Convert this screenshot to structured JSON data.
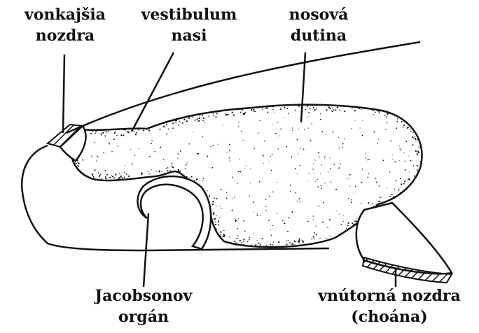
{
  "labels": {
    "outer_nostril": {
      "line1": "vonkajšia",
      "line2": "nozdra"
    },
    "vestibulum": {
      "line1": "vestibulum",
      "line2": "nasi"
    },
    "nasal_cavity": {
      "line1": "nosová",
      "line2": "dutina"
    },
    "jacobson": {
      "line1": "Jacobsonov",
      "line2": "orgán"
    },
    "inner_nostril": {
      "line1": "vnútorná nozdra",
      "line2": "(choána)"
    }
  },
  "colors": {
    "ink": "#111111",
    "background": "#ffffff"
  }
}
